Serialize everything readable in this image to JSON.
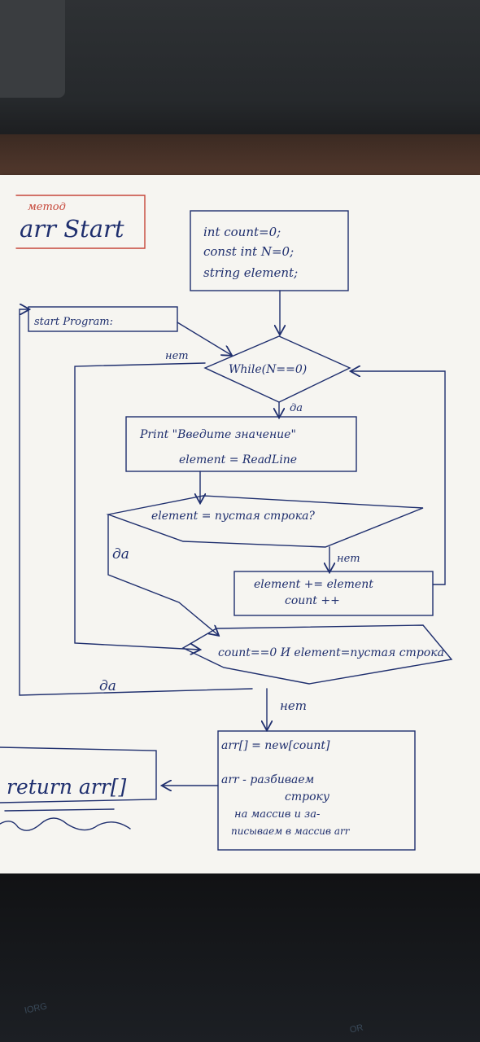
{
  "header_note": {
    "small": "метод",
    "title": "arr Start"
  },
  "init_block": [
    "int count=0;",
    "const int N=0;",
    "string element;"
  ],
  "start_block": "start Program:",
  "while_block": "While(N==0)",
  "print_block": [
    "Print \"Введите значение\"",
    "element = ReadLine"
  ],
  "check_empty": "element = пустая строка?",
  "append_block": [
    "element += element",
    "count ++"
  ],
  "final_check": "count==0 И element=пустая строка",
  "build_block": [
    "arr[] = new[count]",
    "arr - разбиваем",
    "строку",
    "на массив и за-",
    "писываем в массив arr"
  ],
  "return_block": "return arr[]",
  "labels": {
    "no1": "нет",
    "yes1": "да",
    "yes2": "да",
    "no2": "нет",
    "yes3": "да",
    "no3": "нет"
  },
  "floor_marks": [
    "IORG",
    "OR"
  ],
  "colors": {
    "ink": "#1f2f6e",
    "red_ink": "#c6473a",
    "paper": "#f6f5f1"
  }
}
